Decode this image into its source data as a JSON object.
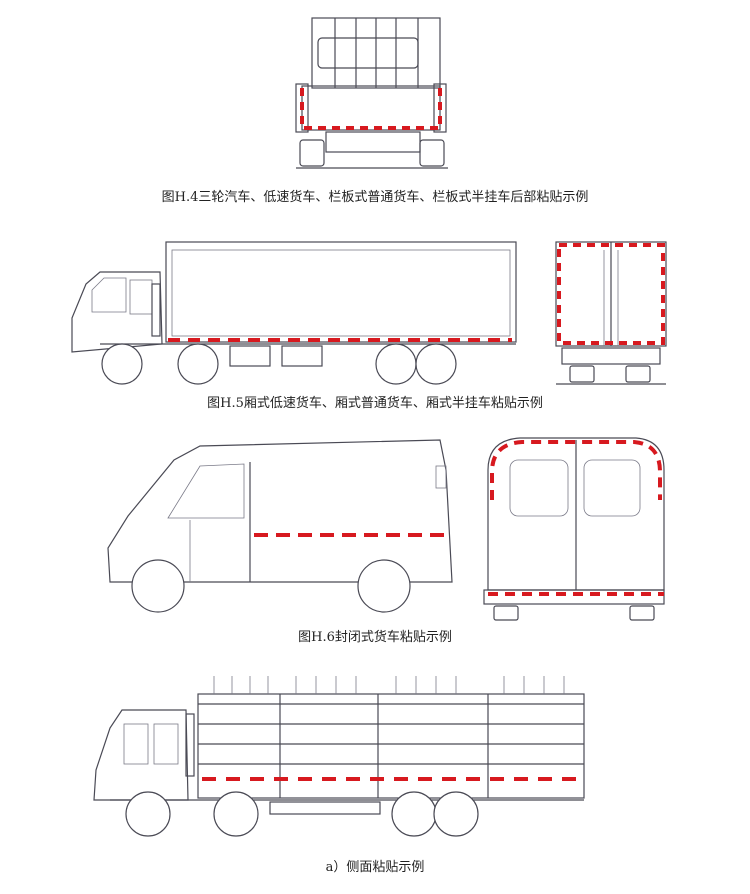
{
  "captions": {
    "h4": "图H.4三轮汽车、低速货车、栏板式普通货车、栏板式半挂车后部粘贴示例",
    "h5": "图H.5厢式低速货车、厢式普通货车、厢式半挂车粘贴示例",
    "h6": "图H.6封闭式货车粘贴示例",
    "side": "a）侧面粘贴示例"
  },
  "colors": {
    "line": "#4a4a55",
    "tape_red": "#d7191f",
    "tape_white": "#ffffff",
    "background": "#ffffff"
  }
}
